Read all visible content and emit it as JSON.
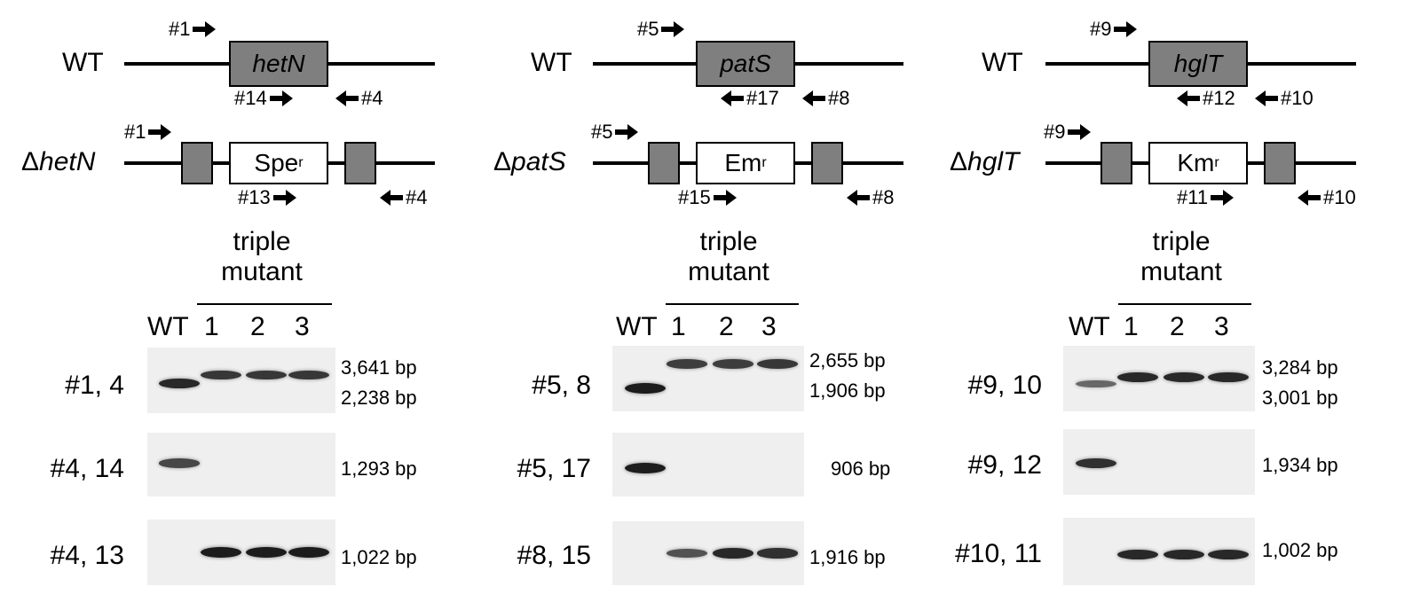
{
  "panels": [
    {
      "wt_label": "WT",
      "gene": "hetN",
      "delta_symbol": "Δ",
      "mutant_gene": "hetN",
      "cassette": "Spe",
      "cassette_sup": "r",
      "primers_wt": [
        "#1",
        "#14",
        "#4"
      ],
      "primers_mut": [
        "#1",
        "#13",
        "#4"
      ],
      "triple_line1": "triple",
      "triple_line2": "mutant",
      "lanes": [
        "WT",
        "1",
        "2",
        "3"
      ],
      "rows": [
        {
          "label": "#1, 4",
          "sizes": [
            "3,641 bp",
            "2,238 bp"
          ]
        },
        {
          "label": "#4, 14",
          "sizes": [
            "1,293 bp"
          ]
        },
        {
          "label": "#4, 13",
          "sizes": [
            "1,022 bp"
          ]
        }
      ]
    },
    {
      "wt_label": "WT",
      "gene": "patS",
      "delta_symbol": "Δ",
      "mutant_gene": "patS",
      "cassette": "Em",
      "cassette_sup": "r",
      "primers_wt": [
        "#5",
        "#17",
        "#8"
      ],
      "primers_mut": [
        "#5",
        "#15",
        "#8"
      ],
      "triple_line1": "triple",
      "triple_line2": "mutant",
      "lanes": [
        "WT",
        "1",
        "2",
        "3"
      ],
      "rows": [
        {
          "label": "#5, 8",
          "sizes": [
            "2,655 bp",
            "1,906 bp"
          ]
        },
        {
          "label": "#5, 17",
          "sizes": [
            "906 bp"
          ]
        },
        {
          "label": "#8, 15",
          "sizes": [
            "1,916 bp"
          ]
        }
      ]
    },
    {
      "wt_label": "WT",
      "gene": "hglT",
      "delta_symbol": "Δ",
      "mutant_gene": "hglT",
      "cassette": "Km",
      "cassette_sup": "r",
      "primers_wt": [
        "#9",
        "#12",
        "#10"
      ],
      "primers_mut": [
        "#9",
        "#11",
        "#10"
      ],
      "triple_line1": "triple",
      "triple_line2": "mutant",
      "lanes": [
        "WT",
        "1",
        "2",
        "3"
      ],
      "rows": [
        {
          "label": "#9, 10",
          "sizes": [
            "3,284 bp",
            "3,001 bp"
          ]
        },
        {
          "label": "#9, 12",
          "sizes": [
            "1,934 bp"
          ]
        },
        {
          "label": "#10, 11",
          "sizes": [
            "1,002 bp"
          ]
        }
      ]
    }
  ],
  "gel_bands": [
    [
      [
        {
          "lane": 0,
          "strength": 0.9
        },
        {
          "lane": 1,
          "strength": 0.8
        },
        {
          "lane": 2,
          "strength": 0.8
        },
        {
          "lane": 3,
          "strength": 0.8
        }
      ],
      [
        {
          "lane": 0,
          "strength": 0.7
        }
      ],
      [
        {
          "lane": 1,
          "strength": 1.0
        },
        {
          "lane": 2,
          "strength": 1.0
        },
        {
          "lane": 3,
          "strength": 1.0
        }
      ]
    ],
    [
      [
        {
          "lane": 0,
          "strength": 1.0
        },
        {
          "lane": 1,
          "strength": 0.75
        },
        {
          "lane": 2,
          "strength": 0.75
        },
        {
          "lane": 3,
          "strength": 0.8
        }
      ],
      [
        {
          "lane": 0,
          "strength": 1.0
        }
      ],
      [
        {
          "lane": 1,
          "strength": 0.6
        },
        {
          "lane": 2,
          "strength": 0.9
        },
        {
          "lane": 3,
          "strength": 0.85
        }
      ]
    ],
    [
      [
        {
          "lane": 0,
          "strength": 0.45
        },
        {
          "lane": 1,
          "strength": 0.9
        },
        {
          "lane": 2,
          "strength": 0.9
        },
        {
          "lane": 3,
          "strength": 0.9
        }
      ],
      [
        {
          "lane": 0,
          "strength": 0.85
        }
      ],
      [
        {
          "lane": 1,
          "strength": 0.9
        },
        {
          "lane": 2,
          "strength": 0.9
        },
        {
          "lane": 3,
          "strength": 0.9
        }
      ]
    ]
  ]
}
